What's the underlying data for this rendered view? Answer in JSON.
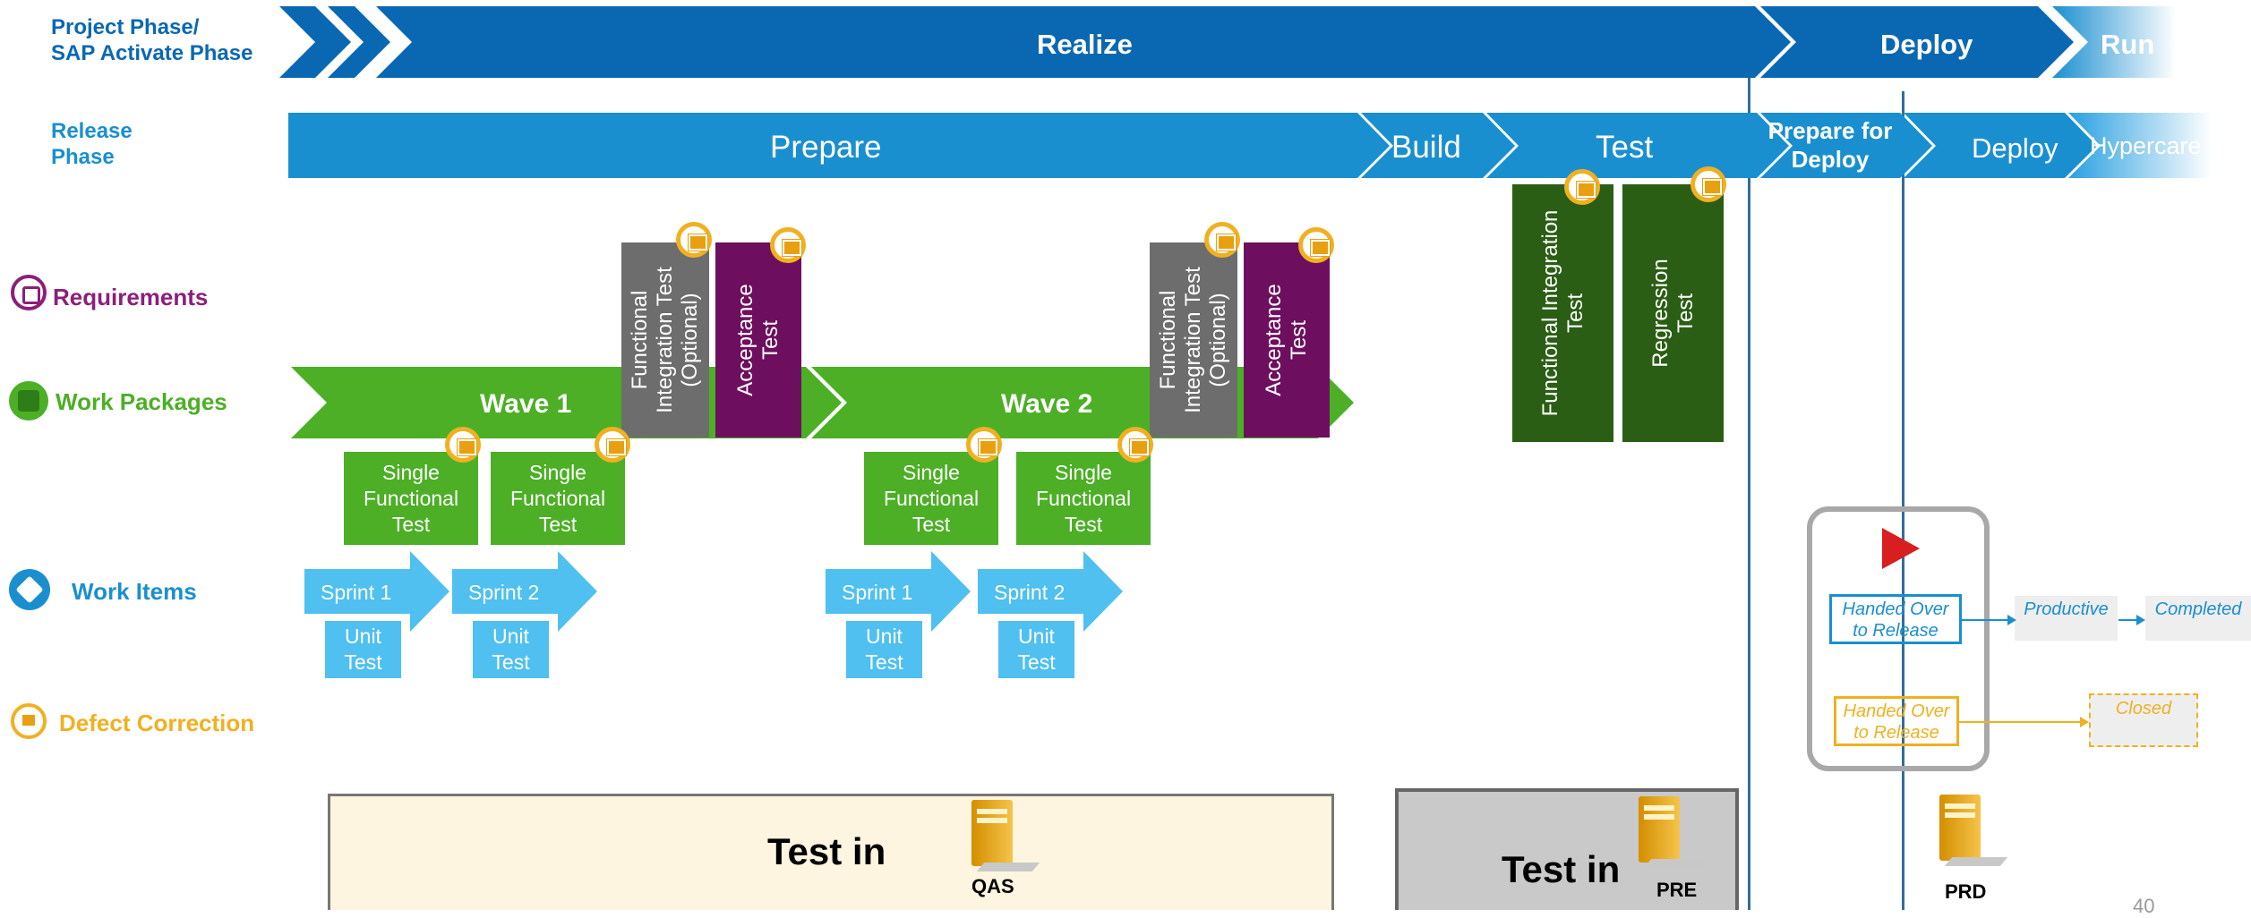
{
  "row_labels": {
    "project_phase_1": "Project Phase/",
    "project_phase_2": "SAP Activate Phase",
    "release_phase_1": "Release",
    "release_phase_2": "Phase"
  },
  "project_phases": {
    "realize": "Realize",
    "deploy": "Deploy",
    "run": "Run"
  },
  "release_phases": {
    "prepare": "Prepare",
    "build": "Build",
    "test": "Test",
    "prepare_for_deploy_1": "Prepare for",
    "prepare_for_deploy_2": "Deploy",
    "deploy": "Deploy",
    "hypercare": "Hypercare"
  },
  "legend": {
    "requirements": "Requirements",
    "work_packages": "Work Packages",
    "work_items": "Work Items",
    "defect_correction": "Defect Correction"
  },
  "waves": [
    {
      "label": "Wave 1"
    },
    {
      "label": "Wave 2"
    }
  ],
  "tests": {
    "fit_optional_1": "Functional",
    "fit_optional_2": "Integration Test",
    "fit_optional_3": "(Optional)",
    "acceptance_1": "Acceptance",
    "acceptance_2": "Test",
    "fit_1": "Functional Integration",
    "fit_2": "Test",
    "regression_1": "Regression",
    "regression_2": "Test",
    "sft_1": "Single",
    "sft_2": "Functional",
    "sft_3": "Test",
    "unit_1": "Unit",
    "unit_2": "Test"
  },
  "sprints": [
    "Sprint 1",
    "Sprint 2"
  ],
  "states": {
    "handed_over_1": "Handed Over",
    "handed_over_2": "to Release",
    "productive": "Productive",
    "completed": "Completed",
    "closed": "Closed"
  },
  "systems": {
    "test_in": "Test in",
    "qas": "QAS",
    "pre": "PRE",
    "prd": "PRD"
  },
  "page_number": "40",
  "colors": {
    "project_band": "#0a68b3",
    "release_band": "#1a8fd0",
    "requirements": "#8c1f7a",
    "work_packages": "#4caf26",
    "work_items": "#4fc0f0",
    "defect": "#f0b020",
    "acceptance": "#6d0f5e",
    "integration_gray": "#6d6d6d",
    "dark_green": "#2a5e14"
  }
}
